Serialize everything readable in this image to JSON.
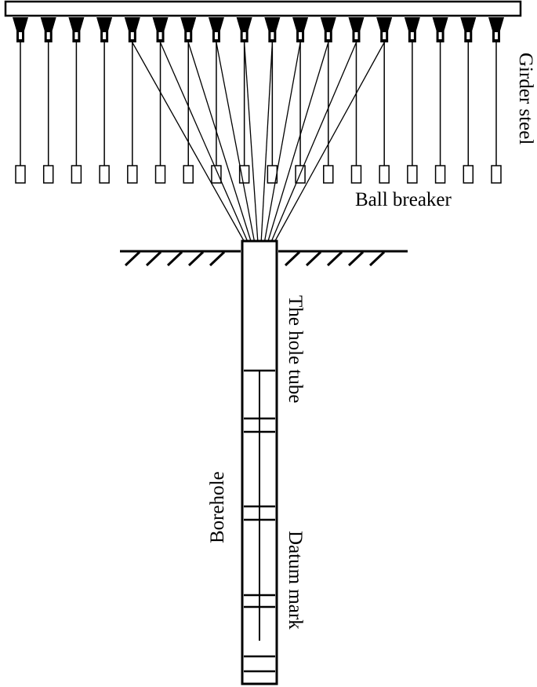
{
  "labels": {
    "girder_steel": "Girder steel",
    "ball_breaker": "Ball breaker",
    "hole_tube": "The hole tube",
    "borehole": "Borehole",
    "datum_mark": "Datum mark"
  },
  "diagram": {
    "hanger_count": 18,
    "converging_hangers": 10,
    "tube_joint_count": 4,
    "colors": {
      "line": "#000000",
      "background": "#ffffff"
    }
  }
}
